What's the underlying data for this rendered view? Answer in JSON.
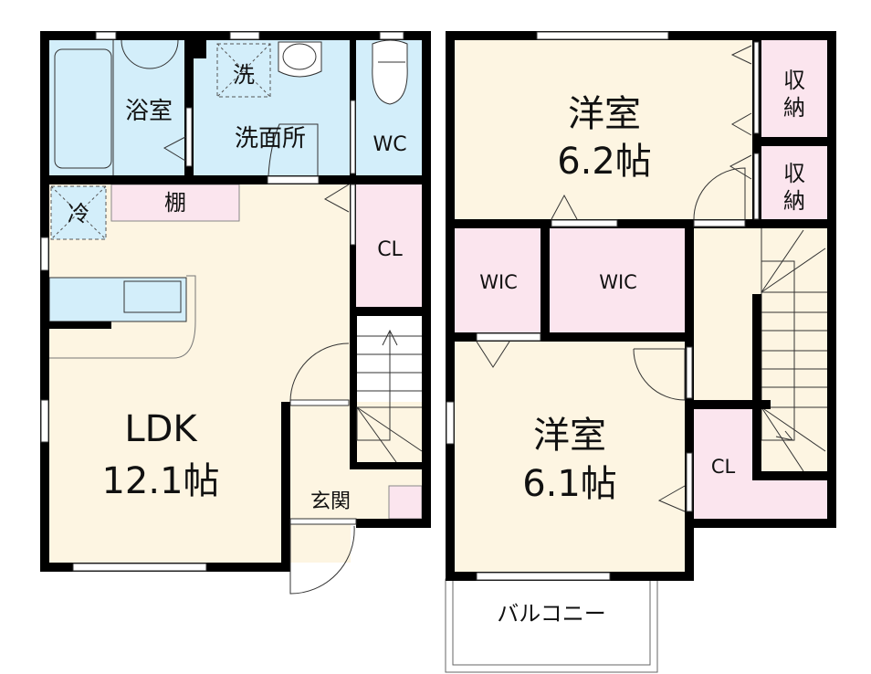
{
  "floor1": {
    "bath": "浴室",
    "washroom": "洗面所",
    "washer": "洗",
    "wc": "WC",
    "fridge": "冷",
    "shelf": "棚",
    "closet": "CL",
    "ldk_name": "LDK",
    "ldk_size": "12.1帖",
    "entrance": "玄関"
  },
  "floor2": {
    "room1_name": "洋室",
    "room1_size": "6.2帖",
    "storage1": [
      "収",
      "納"
    ],
    "storage2": [
      "収",
      "納"
    ],
    "wic1": "WIC",
    "wic2": "WIC",
    "room2_name": "洋室",
    "room2_size": "6.1帖",
    "closet": "CL",
    "balcony": "バルコニー"
  },
  "colors": {
    "wall": "#000000",
    "wet_area": "#d3eefa",
    "storage": "#fbe5ee",
    "floor": "#fdf5e2"
  }
}
